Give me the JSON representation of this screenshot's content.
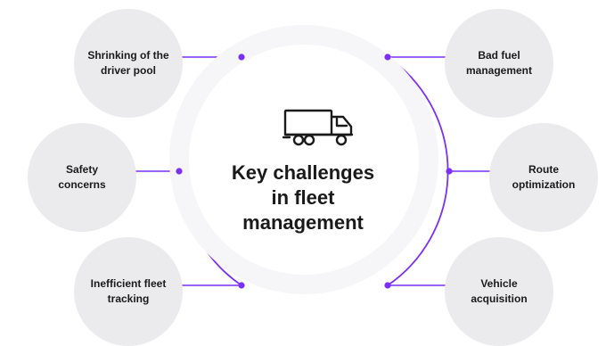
{
  "diagram": {
    "title": "Key challenges\nin fleet\nmanagement",
    "center_icon": "truck-icon",
    "accent_color": "#7b2ff7",
    "node_color": "#ebebee",
    "challenges": {
      "left": [
        "Shrinking of the\ndriver pool",
        "Safety\nconcerns",
        "Inefficient fleet\ntracking"
      ],
      "right": [
        "Bad fuel\nmanagement",
        "Route\noptimization",
        "Vehicle\nacquisition"
      ]
    }
  }
}
